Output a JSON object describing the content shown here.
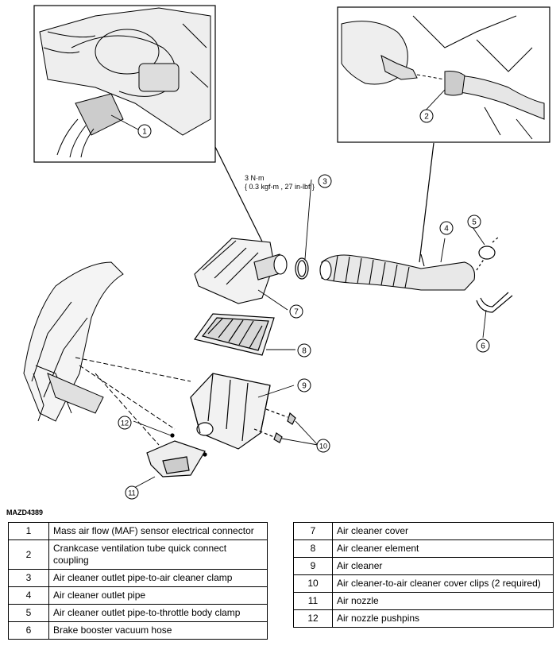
{
  "figure_id": "MAZD4389",
  "torque_spec": {
    "line1": "3 N·m",
    "line2": "{ 0.3 kgf-m , 27 in-lbf }"
  },
  "callouts": [
    "1",
    "2",
    "3",
    "4",
    "5",
    "6",
    "7",
    "8",
    "9",
    "10",
    "11",
    "12"
  ],
  "legend_left": [
    {
      "num": "1",
      "text": "Mass air flow (MAF) sensor electrical connector"
    },
    {
      "num": "2",
      "text": "Crankcase ventilation tube quick connect coupling"
    },
    {
      "num": "3",
      "text": "Air cleaner outlet pipe-to-air cleaner clamp"
    },
    {
      "num": "4",
      "text": "Air cleaner outlet pipe"
    },
    {
      "num": "5",
      "text": "Air cleaner outlet pipe-to-throttle body clamp"
    },
    {
      "num": "6",
      "text": "Brake booster vacuum hose"
    }
  ],
  "legend_right": [
    {
      "num": "7",
      "text": "Air cleaner cover"
    },
    {
      "num": "8",
      "text": "Air cleaner element"
    },
    {
      "num": "9",
      "text": "Air cleaner"
    },
    {
      "num": "10",
      "text": "Air cleaner-to-air cleaner cover clips (2 required)"
    },
    {
      "num": "11",
      "text": "Air nozzle"
    },
    {
      "num": "12",
      "text": "Air nozzle pushpins"
    }
  ]
}
